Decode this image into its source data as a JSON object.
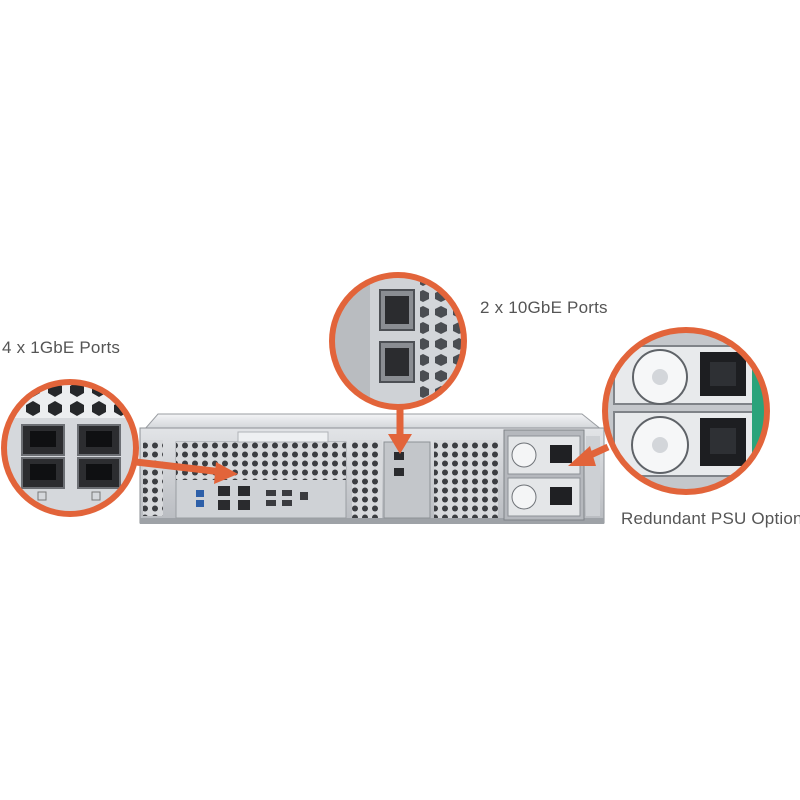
{
  "labels": {
    "gbe_ports": "4 x 1GbE Ports",
    "tengbe_ports": "2 x 10GbE Ports",
    "psu": "Redundant PSU Option"
  },
  "colors": {
    "accent": "#e2643a",
    "chassis": "#c9ccd0",
    "chassis_dark": "#8d9196",
    "label_text": "#555555"
  },
  "icons": {
    "callout_arrow": "arrow-icon",
    "ethernet_port": "rj45-port-icon",
    "sfp_port": "sfp-port-icon",
    "power_socket": "power-socket-icon",
    "fan": "fan-icon"
  }
}
